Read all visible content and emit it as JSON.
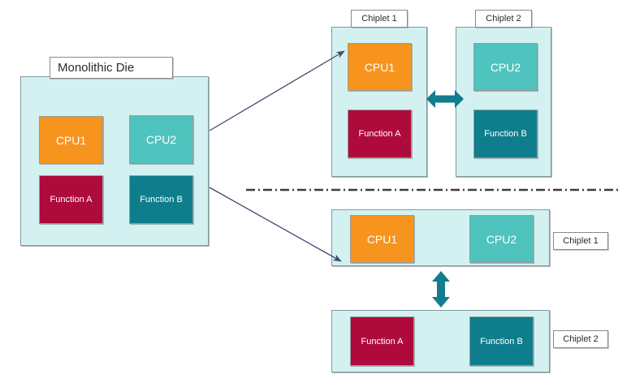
{
  "diagram": {
    "title_left": "Monolithic Die",
    "colors": {
      "die_fill": "#d4f1f2",
      "die_border": "#7f9b9e",
      "cpu1": "#f7941e",
      "cpu2": "#4fc3bd",
      "function_a": "#af0a3c",
      "function_b": "#0f7e8c",
      "arrow_teal": "#117d8e",
      "arrow_navy": "#3d4b6e",
      "divider": "#3c3c3c",
      "caption_border": "#8a8a8a",
      "caption_fill": "#ffffff"
    },
    "monolithic": {
      "caption": "Monolithic Die",
      "blocks": [
        {
          "label": "CPU1",
          "color_key": "cpu1",
          "kind": "cpu"
        },
        {
          "label": "CPU2",
          "color_key": "cpu2",
          "kind": "cpu"
        },
        {
          "label": "Function A",
          "color_key": "function_a",
          "kind": "fn"
        },
        {
          "label": "Function B",
          "color_key": "function_b",
          "kind": "fn"
        }
      ]
    },
    "top_option": {
      "chiplet1": {
        "caption": "Chiplet 1",
        "blocks": [
          {
            "label": "CPU1",
            "kind": "cpu"
          },
          {
            "label": "Function A",
            "kind": "fn"
          }
        ]
      },
      "chiplet2": {
        "caption": "Chiplet 2",
        "blocks": [
          {
            "label": "CPU2",
            "kind": "cpu"
          },
          {
            "label": "Function B",
            "kind": "fn"
          }
        ]
      },
      "link_icon": "horizontal-double-arrow"
    },
    "bottom_option": {
      "chiplet1": {
        "caption": "Chiplet 1",
        "blocks": [
          {
            "label": "CPU1",
            "kind": "cpu"
          },
          {
            "label": "CPU2",
            "kind": "cpu"
          }
        ]
      },
      "chiplet2": {
        "caption": "Chiplet 2",
        "blocks": [
          {
            "label": "Function A",
            "kind": "fn"
          },
          {
            "label": "Function B",
            "kind": "fn"
          }
        ]
      },
      "link_icon": "vertical-double-arrow"
    },
    "connectors": [
      {
        "name": "split-arrow-to-top-option",
        "icon": "arrow-line"
      },
      {
        "name": "split-arrow-to-bottom-option",
        "icon": "arrow-line"
      }
    ],
    "divider": {
      "name": "dash-dot-divider",
      "style": "dash-dot"
    }
  }
}
